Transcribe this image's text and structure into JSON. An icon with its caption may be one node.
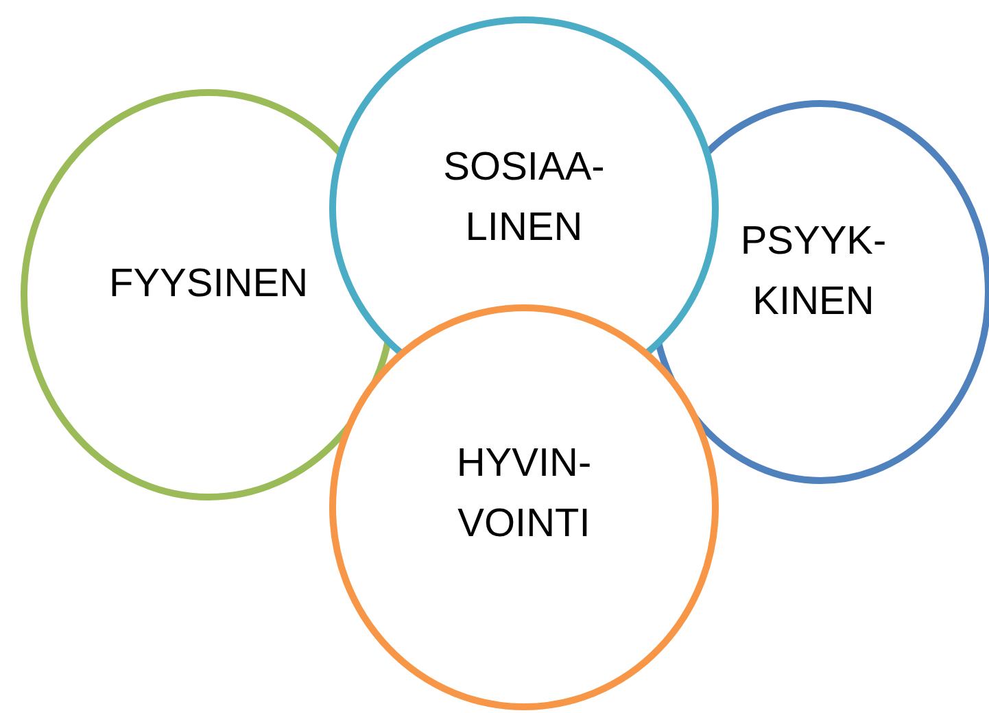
{
  "diagram": {
    "nodes": [
      {
        "text": [
          "SOSIAA- LINEN"
        ]
      },
      {
        "text": [
          "FYYSINEN"
        ]
      },
      {
        "text": [
          "PSYYK- KINEN"
        ]
      },
      {
        "text": [
          "HYVIN- VOINTI"
        ]
      }
    ]
  }
}
